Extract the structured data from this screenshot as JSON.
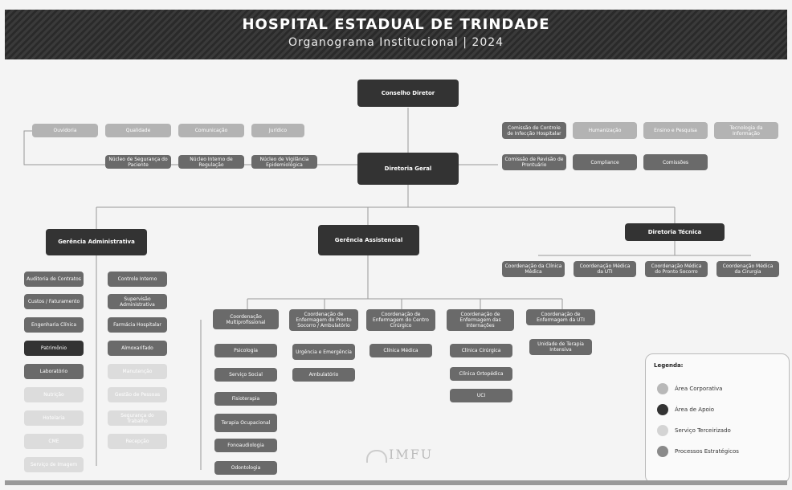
{
  "header": {
    "title": "HOSPITAL ESTADUAL DE TRINDADE",
    "subtitle": "Organograma Institucional | 2024"
  },
  "nodes": {
    "conselho": "Conselho Diretor",
    "diretoria_geral": "Diretoria Geral",
    "ger_adm": "Gerência Administrativa",
    "ger_assist": "Gerência Assistencial",
    "dir_tecnica": "Diretoria Técnica",
    "top_left": [
      "Ouvidoria",
      "Qualidade",
      "Comunicação",
      "Jurídico"
    ],
    "second_left": [
      "Núcleo de Segurança do Paciente",
      "Núcleo Interno de Regulação",
      "Núcleo de Vigilância Epidemiológica"
    ],
    "top_right": [
      "Comissão de Controle de Infecção Hospitalar",
      "Humanização",
      "Ensino e Pesquisa",
      "Tecnologia da Informação"
    ],
    "second_right": [
      "Comissão de Revisão de Prontuário",
      "Compliance",
      "Comissões"
    ],
    "adm_col1": [
      "Auditoria de Contratos",
      "Custos / Faturamento",
      "Engenharia Clínica",
      "Patrimônio",
      "Laboratório",
      "Nutrição",
      "Hotelaria",
      "CME",
      "Serviço de Imagem"
    ],
    "adm_col2": [
      "Controle Interno",
      "Supervisão Administrativa",
      "Farmácia Hospitalar",
      "Almoxarifado",
      "Manutenção",
      "Gestão de Pessoas",
      "Segurança do Trabalho",
      "Recepção"
    ],
    "assist_cols": [
      [
        "Coordenação Multiprofissional",
        "Psicologia",
        "Serviço Social",
        "Fisioterapia",
        "Terapia Ocupacional",
        "Fonoaudiologia",
        "Odontologia"
      ],
      [
        "Coordenação de Enfermagem do Pronto Socorro / Ambulatório",
        "Urgência e Emergência",
        "Ambulatório"
      ],
      [
        "Coordenação de Enfermagem do Centro Cirúrgico",
        "Clínica Médica"
      ],
      [
        "Coordenação de Enfermagem das Internações",
        "Clínica Cirúrgica",
        "Clínica Ortopédica",
        "UCI"
      ],
      [
        "Coordenação de Enfermagem da UTI",
        "Unidade de Terapia Intensiva"
      ]
    ],
    "tec_row": [
      "Coordenação da Clínica Médica",
      "Coordenação Médica da UTI",
      "Coordenação Médica do Pronto Socorro",
      "Coordenação Médica da Cirurgia"
    ]
  },
  "legend": {
    "title": "Legenda:",
    "items": [
      {
        "label": "Área Corporativa",
        "color": "#b8b8b8"
      },
      {
        "label": "Área de Apoio",
        "color": "#333333"
      },
      {
        "label": "Serviço Terceirizado",
        "color": "#d4d4d4"
      },
      {
        "label": "Processos Estratégicos",
        "color": "#8a8a8a"
      }
    ]
  },
  "logo_text": "IMFU"
}
